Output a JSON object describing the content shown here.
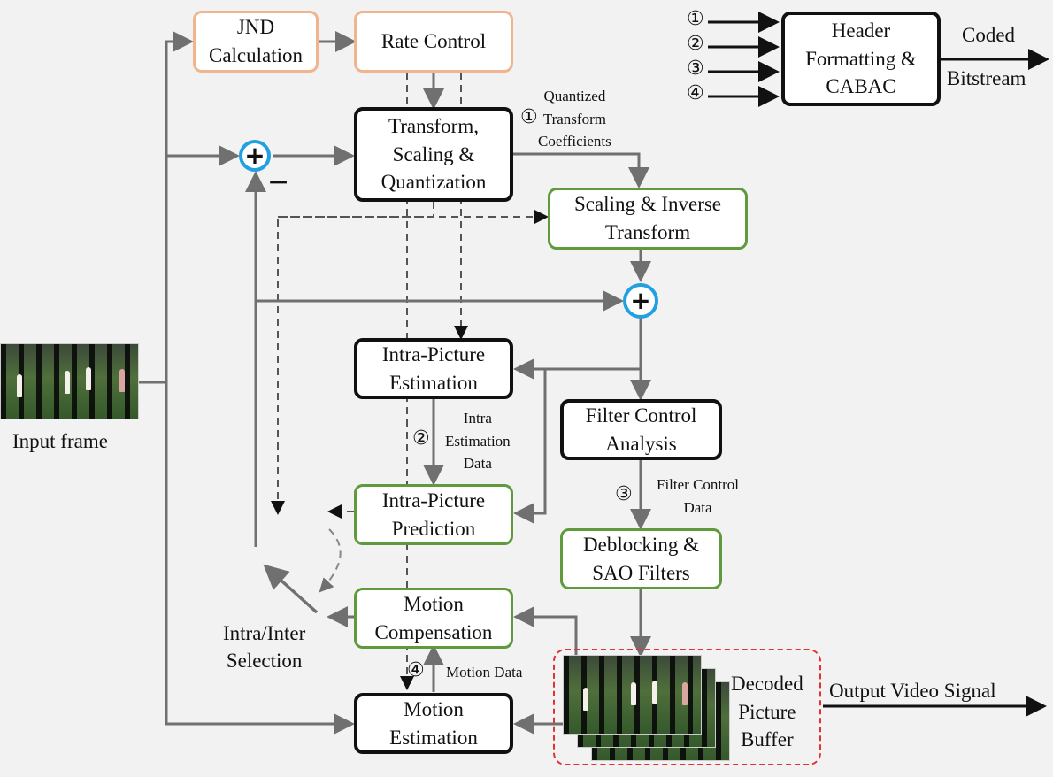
{
  "blocks": {
    "jnd": [
      "JND",
      "Calculation"
    ],
    "rate_control": [
      "Rate Control"
    ],
    "transform": [
      "Transform,",
      "Scaling &",
      "Quantization"
    ],
    "scaling_inverse": [
      "Scaling & Inverse",
      "Transform"
    ],
    "intra_estimation": [
      "Intra-Picture",
      "Estimation"
    ],
    "intra_prediction": [
      "Intra-Picture",
      "Prediction"
    ],
    "motion_compensation": [
      "Motion",
      "Compensation"
    ],
    "motion_estimation": [
      "Motion",
      "Estimation"
    ],
    "filter_control": [
      "Filter Control",
      "Analysis"
    ],
    "deblocking": [
      "Deblocking &",
      "SAO Filters"
    ],
    "header": [
      "Header",
      "Formatting &",
      "CABAC"
    ]
  },
  "labels": {
    "quantized": [
      "Quantized",
      "Transform",
      "Coefficients"
    ],
    "intra_data": [
      "Intra",
      "Estimation",
      "Data"
    ],
    "filter_data": [
      "Filter Control",
      "Data"
    ],
    "motion_data": "Motion Data",
    "selection": [
      "Intra/Inter",
      "Selection"
    ],
    "dpb": [
      "Decoded",
      "Picture",
      "Buffer"
    ],
    "input": "Input frame",
    "output": "Output Video Signal",
    "coded": "Coded",
    "bitstream": "Bitstream"
  },
  "markers": {
    "m1": "①",
    "m2": "②",
    "m3": "③",
    "m4": "④"
  },
  "symbols": {
    "plus": "+",
    "minus": "−"
  },
  "colors": {
    "arrow": "#707070",
    "black_border": "#111111",
    "green_border": "#5f9a3d",
    "orange_border": "#f0b58e",
    "adder_ring": "#22a0e0",
    "buffer_dash": "#e23232"
  }
}
